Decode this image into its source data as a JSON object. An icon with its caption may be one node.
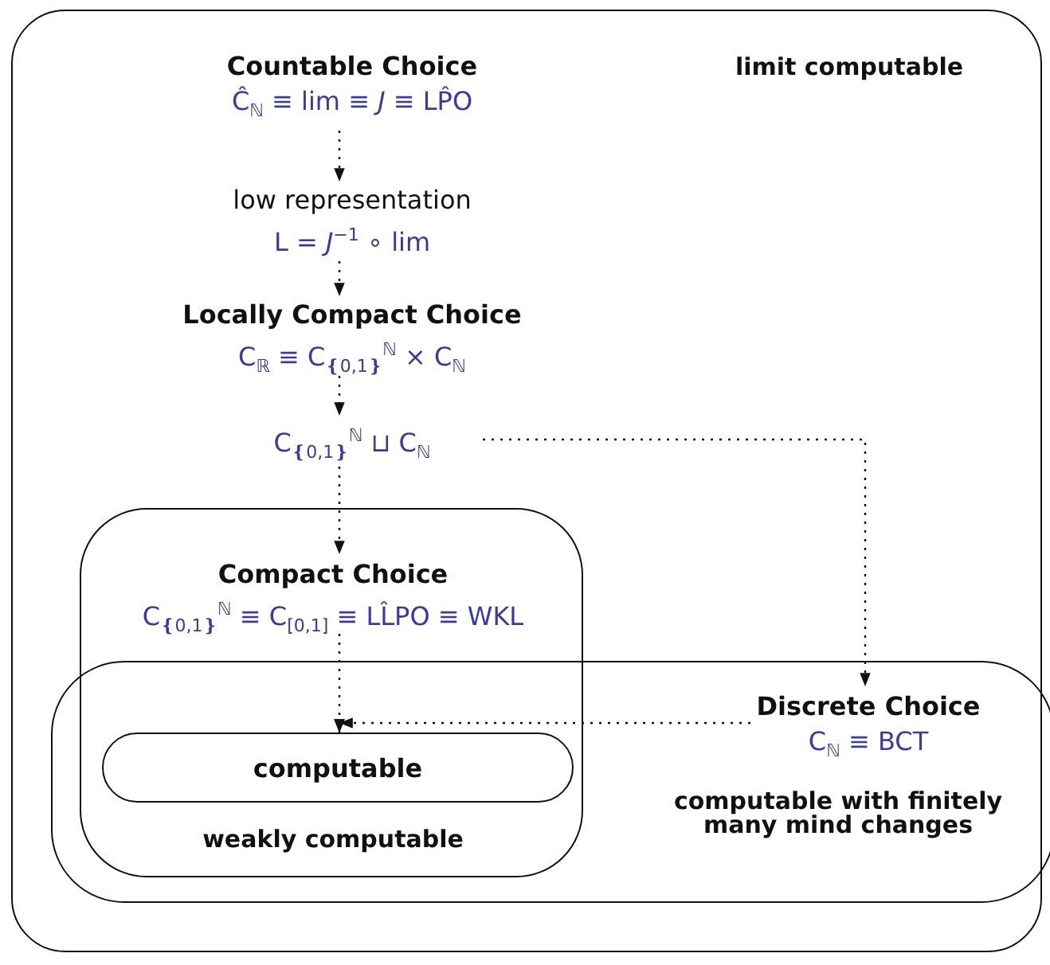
{
  "diagram": {
    "nodes": [
      {
        "text": [
          "limit computable"
        ]
      },
      {
        "text": [
          "Countable Choice",
          "Ĉ$_{ℕ}$ ≡ lim ≡ *J* ≡ LP̂O"
        ],
        "in": 0
      },
      {
        "text": [
          "low representation",
          "L = *J*$^{−1}$ ∘ lim"
        ],
        "in": 0
      },
      {
        "text": [
          "Locally Compact Choice",
          "C$_{ℝ}$ ≡ C$_{❴0,1❵}$$^{ℕ}$ × C$_{ℕ}$"
        ],
        "in": 0
      },
      {
        "text": [
          "C$_{❴0,1❵}$$^{ℕ}$ ⊔ C$_{ℕ}$"
        ],
        "in": 0
      },
      {
        "text": [
          "weakly computable"
        ],
        "in": 0
      },
      {
        "text": [
          "Compact Choice",
          "C$_{❴0,1❵}$$^{ℕ}$ ≡ C$_{[0,1]}$ ≡ LL̂PO ≡ WKL"
        ],
        "in": 5
      },
      {
        "text": [
          "computable with finitely many mind changes"
        ],
        "in": 0
      },
      {
        "text": [
          "Discrete Choice",
          "C$_{ℕ}$ ≡ BCT"
        ],
        "in": 7
      },
      {
        "text": [
          "computable"
        ]
      }
    ],
    "edges": [
      {
        "from": 1,
        "to": 2,
        "arrow": "to"
      },
      {
        "from": 2,
        "to": 3,
        "arrow": "to"
      },
      {
        "from": 3,
        "to": 4,
        "arrow": "to"
      },
      {
        "from": 4,
        "to": 6,
        "arrow": "to"
      },
      {
        "from": 6,
        "to": 9,
        "arrow": "to"
      },
      {
        "from": 4,
        "to": 8,
        "arrow": "to"
      },
      {
        "from": 8,
        "to": 9,
        "arrow": "to"
      }
    ]
  }
}
